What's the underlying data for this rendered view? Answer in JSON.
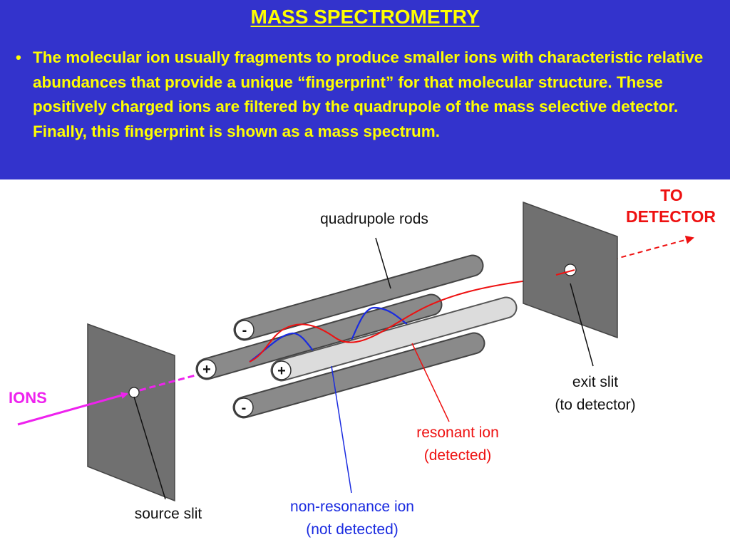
{
  "slide": {
    "title": "MASS SPECTROMETRY",
    "bullet": "The molecular ion usually fragments to produce smaller ions with characteristic relative abundances that provide a unique “fingerprint” for that molecular structure.  These positively charged ions are filtered by the quadrupole of the mass selective detector.  Finally, this fingerprint is shown as a mass spectrum."
  },
  "diagram": {
    "label_quadrupole": "quadrupole rods",
    "label_to": "TO",
    "label_detector": "DETECTOR",
    "label_ions": "IONS",
    "label_exit_slit": "exit slit",
    "label_exit_slit_note": "(to detector)",
    "label_resonant": "resonant ion",
    "label_resonant_note": "(detected)",
    "label_nonresonant": "non-resonance ion",
    "label_nonresonant_note": "(not detected)",
    "label_source_slit": "source slit",
    "sign_plus": "+",
    "sign_minus": "-"
  },
  "colors": {
    "background": "#3333cc",
    "title_text": "#ffff00",
    "ions_beam": "#ee22ee",
    "resonant_ion": "#ee1111",
    "nonresonant_ion": "#1a2be0",
    "rod": "#8a8a8a",
    "plate": "#707070"
  }
}
